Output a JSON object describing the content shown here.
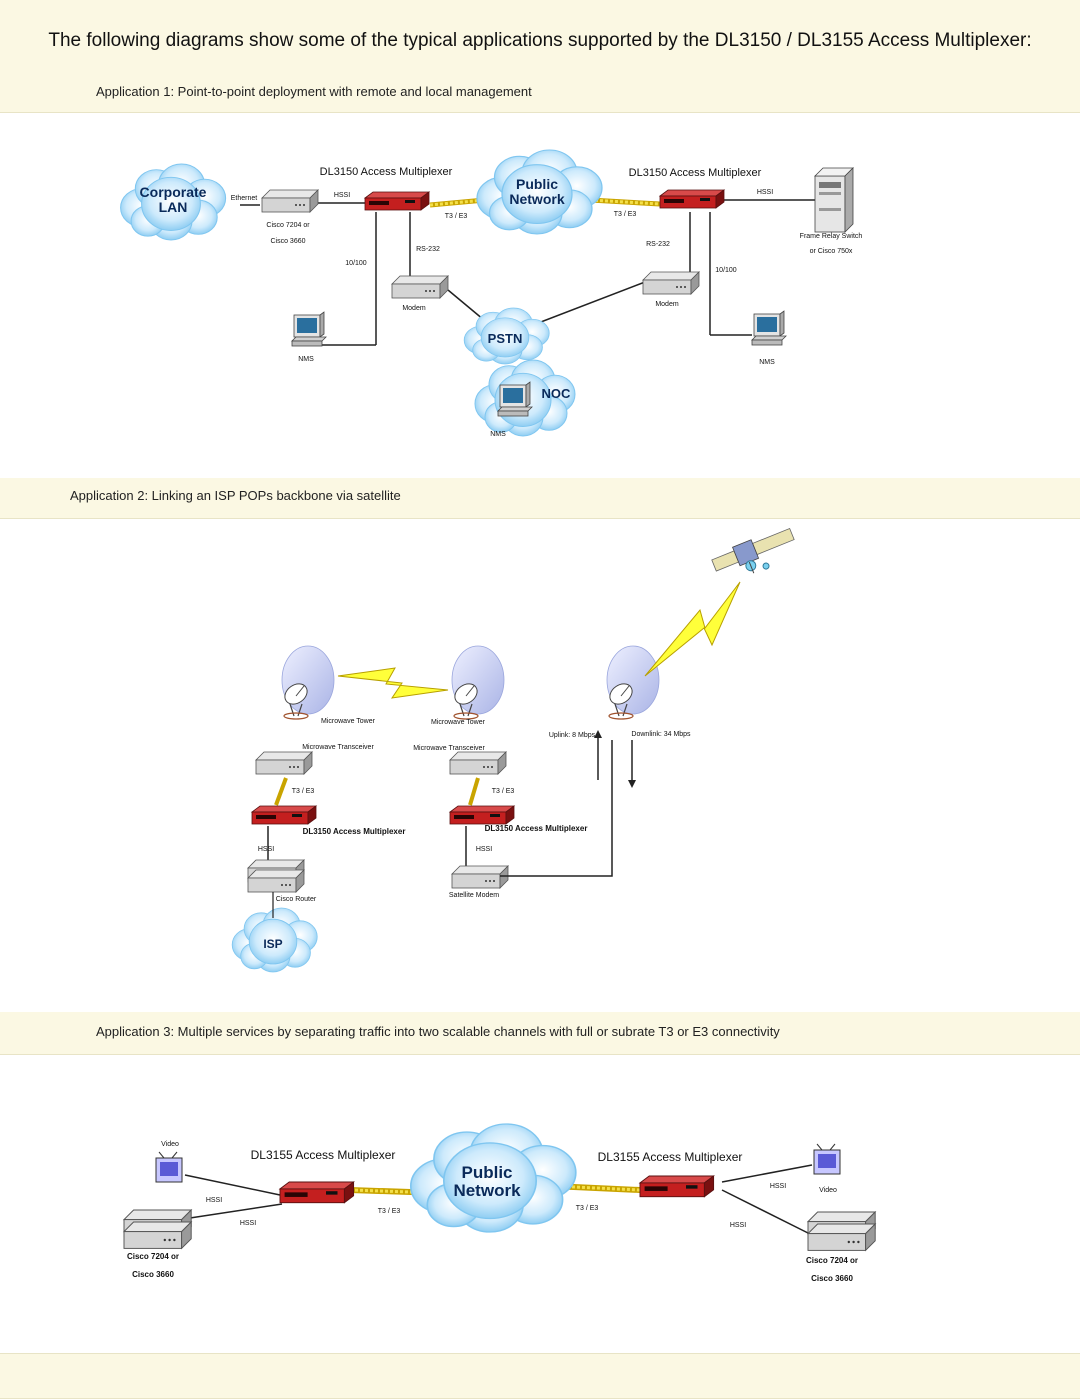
{
  "heading": "The following diagrams show some of the typical applications supported by the DL3150 / DL3155 Access Multiplexer:",
  "app1": {
    "title": "Application 1: Point-to-point deployment with remote and local management",
    "corporate_lan": [
      "Corporate",
      "LAN"
    ],
    "public_network": [
      "Public",
      "Network"
    ],
    "pstn": "PSTN",
    "noc": "NOC",
    "mux_left": "DL3150 Access Multiplexer",
    "mux_right": "DL3150 Access Multiplexer",
    "ethernet": "Ethernet",
    "hssi_left": "HSSI",
    "hssi_right": "HSSI",
    "t3e3_left": "T3 / E3",
    "t3e3_right": "T3 / E3",
    "router_left": [
      "Cisco 7204 or",
      "Cisco 3660"
    ],
    "rs232_left": "RS-232",
    "rs232_right": "RS-232",
    "tenhundred_left": "10/100",
    "tenhundred_right": "10/100",
    "modem_left": "Modem",
    "modem_right": "Modem",
    "frame_relay": [
      "Frame Relay Switch",
      "or Cisco 750x"
    ],
    "nms_left": "NMS",
    "nms_right": "NMS",
    "nms_noc": "NMS"
  },
  "app2": {
    "title": "Application 2: Linking an ISP POPs backbone via satellite",
    "mw_tower_left": "Microwave Tower",
    "mw_tower_mid": "Microwave Tower",
    "mw_xcvr_left": "Microwave Transceiver",
    "mw_xcvr_mid": "Microwave Transceiver",
    "t3e3_left": "T3 / E3",
    "t3e3_mid": "T3 / E3",
    "mux_left": "DL3150 Access Multiplexer",
    "mux_mid": "DL3150 Access Multiplexer",
    "hssi_left": "HSSI",
    "hssi_mid": "HSSI",
    "cisco_router": "Cisco Router",
    "satellite_modem": "Satellite Modem",
    "isp": "ISP",
    "uplink": "Uplink: 8 Mbps",
    "downlink": "Downlink: 34 Mbps"
  },
  "app3": {
    "title": "Application 3: Multiple services by separating traffic into two scalable channels with full or subrate T3 or E3 connectivity",
    "public_network": [
      "Public",
      "Network"
    ],
    "mux_left": "DL3155 Access Multiplexer",
    "mux_right": "DL3155 Access Multiplexer",
    "video_left": "Video",
    "video_right": "Video",
    "hssi_l1": "HSSI",
    "hssi_l2": "HSSI",
    "hssi_r1": "HSSI",
    "hssi_r2": "HSSI",
    "t3e3_left": "T3 / E3",
    "t3e3_right": "T3 / E3",
    "router_left": [
      "Cisco 7204 or",
      "Cisco 3660"
    ],
    "router_right": [
      "Cisco 7204 or",
      "Cisco 3660"
    ]
  }
}
